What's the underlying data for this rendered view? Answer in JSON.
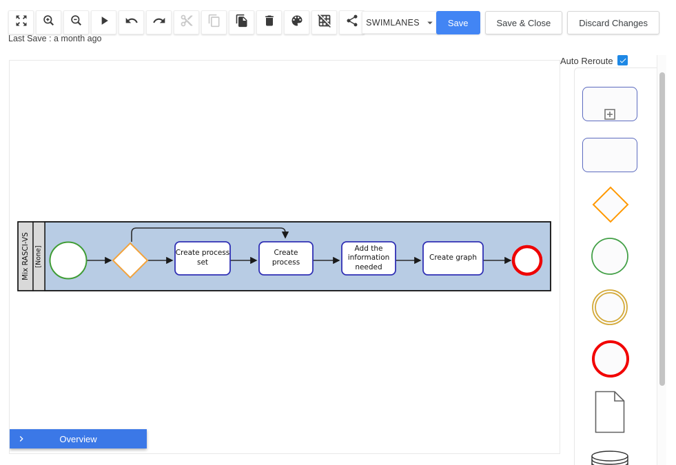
{
  "toolbar": {
    "buttons": [
      {
        "name": "fit-screen",
        "disabled": false
      },
      {
        "name": "zoom-in",
        "disabled": false
      },
      {
        "name": "zoom-out",
        "disabled": false
      },
      {
        "name": "play",
        "disabled": false
      },
      {
        "name": "undo",
        "disabled": false
      },
      {
        "name": "redo",
        "disabled": false
      },
      {
        "name": "cut",
        "disabled": true
      },
      {
        "name": "copy",
        "disabled": true
      },
      {
        "name": "paste",
        "disabled": false
      },
      {
        "name": "delete",
        "disabled": false
      },
      {
        "name": "palette",
        "disabled": false
      },
      {
        "name": "grid-off",
        "disabled": false
      },
      {
        "name": "share",
        "disabled": false
      }
    ],
    "diagram_type_label": "SWIMLANES",
    "save_label": "Save",
    "save_close_label": "Save & Close",
    "discard_label": "Discard Changes",
    "last_save_text": "Last Save : a month ago"
  },
  "canvas": {
    "overview_label": "Overview",
    "diagram": {
      "pool_name": "Mix RASCI-VS",
      "lane_name": "[None]",
      "tasks": [
        {
          "label": "Create process set"
        },
        {
          "label": "Create process"
        },
        {
          "label": "Add the information needed"
        },
        {
          "label": "Create graph"
        }
      ],
      "flow": "start-event > exclusive-gateway > Create process set > Create process > Add the information needed > Create graph > end-event",
      "loop_connection": "exclusive-gateway top > Create process top"
    }
  },
  "right_panel": {
    "auto_reroute_label": "Auto Reroute",
    "auto_reroute_checked": true,
    "palette_shapes": [
      "subprocess",
      "task",
      "gateway",
      "start-event",
      "intermediate-event",
      "end-event",
      "document",
      "database"
    ]
  },
  "colors": {
    "accent_blue": "#4285f4",
    "overview_bar_blue": "#3b78e7",
    "checkbox_blue": "#1e88e5",
    "lane_fill": "#b8cce4",
    "lane_header_fill": "#d9d9d9",
    "task_border": "#2f2fb4",
    "start_event_green": "#3f9c35",
    "gateway_orange": "#f2a33c",
    "end_event_red": "#ee0000",
    "palette_node_border": "#5b6abf",
    "palette_orange": "#ff9800",
    "palette_green": "#43a047",
    "palette_yellow": "#d4a937",
    "palette_red": "#f10000"
  }
}
